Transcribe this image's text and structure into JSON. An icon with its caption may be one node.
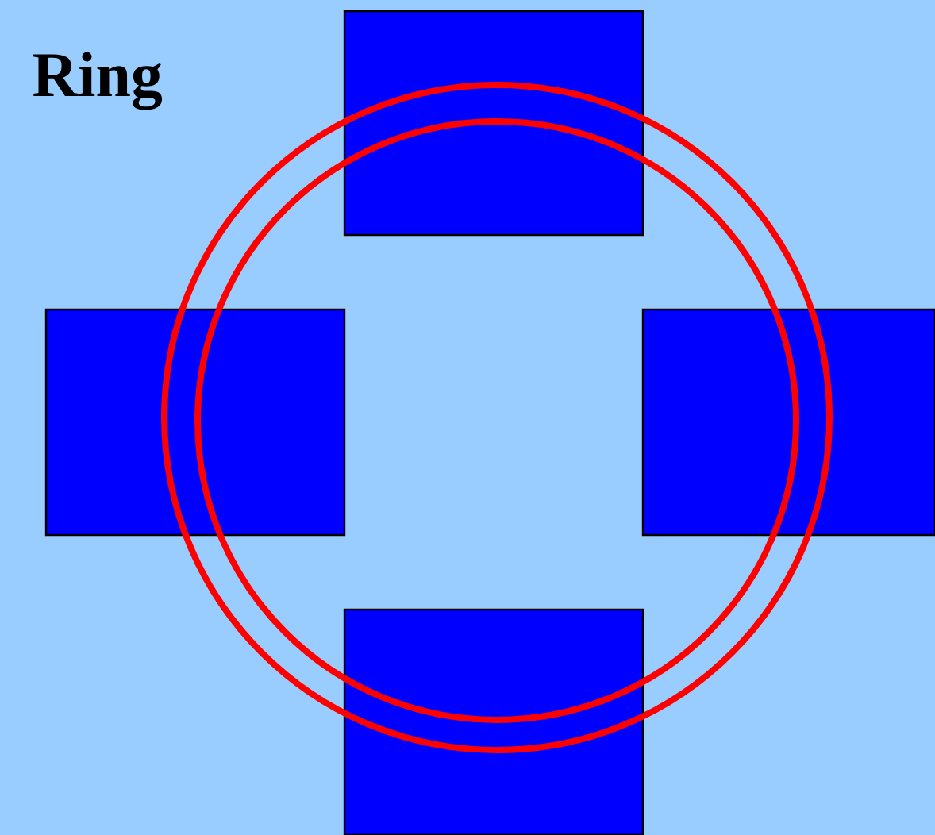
{
  "diagram": {
    "title": "Ring",
    "nodes": [
      {
        "text": [],
        "shape": "box"
      },
      {
        "text": [],
        "shape": "box"
      },
      {
        "text": [],
        "shape": "box"
      },
      {
        "text": [],
        "shape": "box"
      }
    ]
  }
}
